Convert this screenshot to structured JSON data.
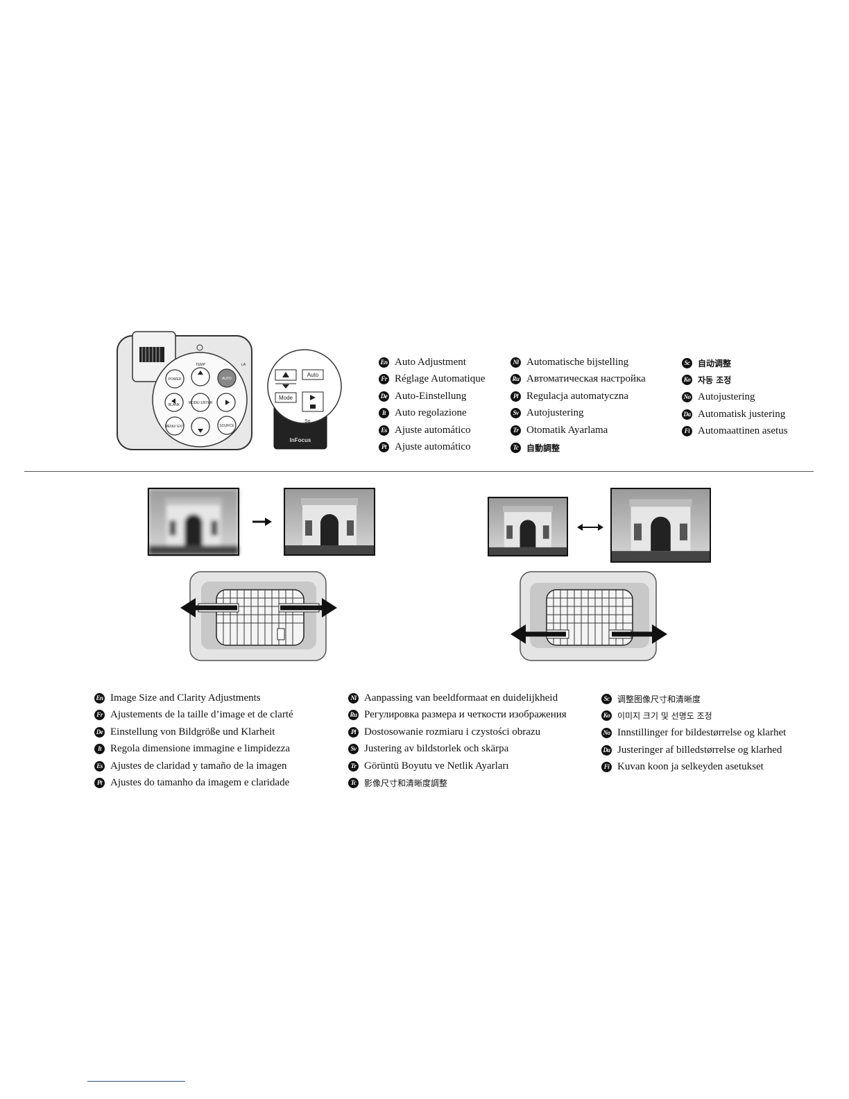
{
  "auto_section": {
    "col1": [
      {
        "code": "En",
        "text": "Auto Adjustment"
      },
      {
        "code": "Fr",
        "text": "Réglage Automatique"
      },
      {
        "code": "De",
        "text": "Auto-Einstellung"
      },
      {
        "code": "It",
        "text": "Auto regolazione"
      },
      {
        "code": "Es",
        "text": "Ajuste automático"
      },
      {
        "code": "Pt",
        "text": "Ajuste automático"
      }
    ],
    "col2": [
      {
        "code": "Nl",
        "text": "Automatische bijstelling"
      },
      {
        "code": "Ru",
        "text": "Автоматическая настройка"
      },
      {
        "code": "Pl",
        "text": "Regulacja automatyczna"
      },
      {
        "code": "Sv",
        "text": "Autojustering"
      },
      {
        "code": "Tr",
        "text": "Otomatik Ayarlama"
      },
      {
        "code": "Tc",
        "text": "自動調整"
      }
    ],
    "col3": [
      {
        "code": "Sc",
        "text": "自动调整"
      },
      {
        "code": "Ko",
        "text": "자동 조정"
      },
      {
        "code": "No",
        "text": "Autojustering"
      },
      {
        "code": "Da",
        "text": "Automatisk justering"
      },
      {
        "code": "Fi",
        "text": "Automaattinen asetus"
      }
    ]
  },
  "size_section": {
    "col1": [
      {
        "code": "En",
        "text": "Image Size and Clarity Adjustments"
      },
      {
        "code": "Fr",
        "text": "Ajustements de la taille d’image et de clarté"
      },
      {
        "code": "De",
        "text": "Einstellung von Bildgröße und Klarheit"
      },
      {
        "code": "It",
        "text": "Regola dimensione immagine e limpidezza"
      },
      {
        "code": "Es",
        "text": "Ajustes de claridad y tamaño de la imagen"
      },
      {
        "code": "Pt",
        "text": "Ajustes do tamanho da imagem e claridade"
      }
    ],
    "col2": [
      {
        "code": "Nl",
        "text": "Aanpassing van beeldformaat en duidelijkheid"
      },
      {
        "code": "Ru",
        "text": "Регулировка размера и четкости изображения"
      },
      {
        "code": "Pl",
        "text": "Dostosowanie rozmiaru i czystości obrazu"
      },
      {
        "code": "Sv",
        "text": "Justering av bildstorlek och skärpa"
      },
      {
        "code": "Tr",
        "text": "Görüntü Boyutu ve Netlik Ayarları"
      },
      {
        "code": "Tc",
        "text": "影像尺寸和清晰度調整"
      }
    ],
    "col3": [
      {
        "code": "Sc",
        "text": "调整图像尺寸和清晰度"
      },
      {
        "code": "Ko",
        "text": "이미지 크기 및 선명도 조정"
      },
      {
        "code": "No",
        "text": "Innstillinger for bildestørrelse og klarhet"
      },
      {
        "code": "Da",
        "text": "Justeringer af billedstørrelse og klarhed"
      },
      {
        "code": "Fi",
        "text": "Kuvan koon ja selkeyden asetukset"
      }
    ]
  },
  "device_labels": {
    "power": "POWER",
    "temp": "TEMP",
    "auto": "AUTO",
    "blank": "BLANK",
    "mode_enter": "MODE/ ENTER",
    "menu_exit": "MENU/ EXIT",
    "source": "SOURCE",
    "lamp": "LA"
  },
  "remote_labels": {
    "auto": "Auto",
    "mode": "Mode",
    "brand": "InFocus",
    "source_partial": "So"
  }
}
